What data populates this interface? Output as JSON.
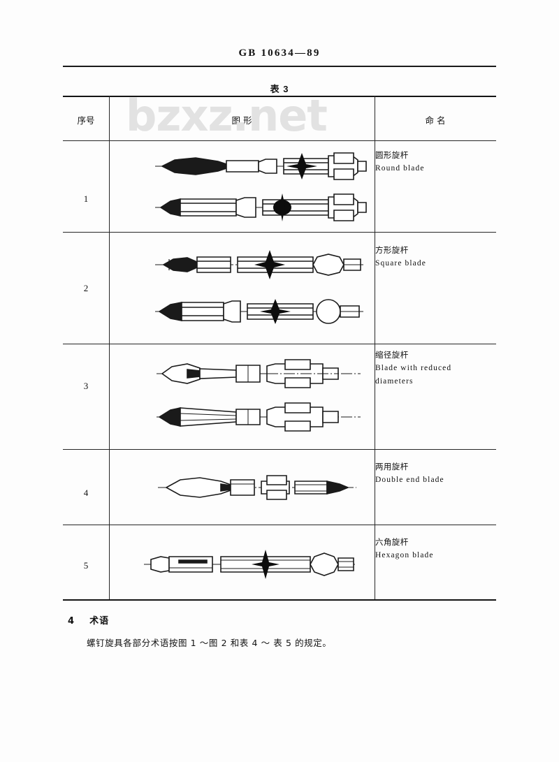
{
  "document": {
    "standard_number": "GB 10634—89",
    "watermark": "bzxz.net"
  },
  "table": {
    "caption": "表 3",
    "headers": {
      "no": "序号",
      "figure": "图     形",
      "name": "命     名"
    },
    "rows": [
      {
        "no": "1",
        "name_cn": "圆形旋杆",
        "name_en": "Round blade",
        "name_en2": "",
        "figure": "round-blade-diagram"
      },
      {
        "no": "2",
        "name_cn": "方形旋杆",
        "name_en": "Square blade",
        "name_en2": "",
        "figure": "square-blade-diagram"
      },
      {
        "no": "3",
        "name_cn": "缩径旋杆",
        "name_en": "Blade with reduced",
        "name_en2": "diameters",
        "figure": "reduced-diameter-blade-diagram"
      },
      {
        "no": "4",
        "name_cn": "两用旋杆",
        "name_en": "Double end blade",
        "name_en2": "",
        "figure": "double-end-blade-diagram"
      },
      {
        "no": "5",
        "name_cn": "六角旋杆",
        "name_en": "Hexagon blade",
        "name_en2": "",
        "figure": "hexagon-blade-diagram"
      }
    ]
  },
  "section": {
    "number": "4",
    "title": "术语",
    "body": "螺钉旋具各部分术语按图 1 ～图 2 和表 4 ～ 表 5 的规定。"
  },
  "colors": {
    "ink": "#111111",
    "rule": "#262626",
    "watermark": "#e2e2e2",
    "paper": "#fdfdfd"
  }
}
